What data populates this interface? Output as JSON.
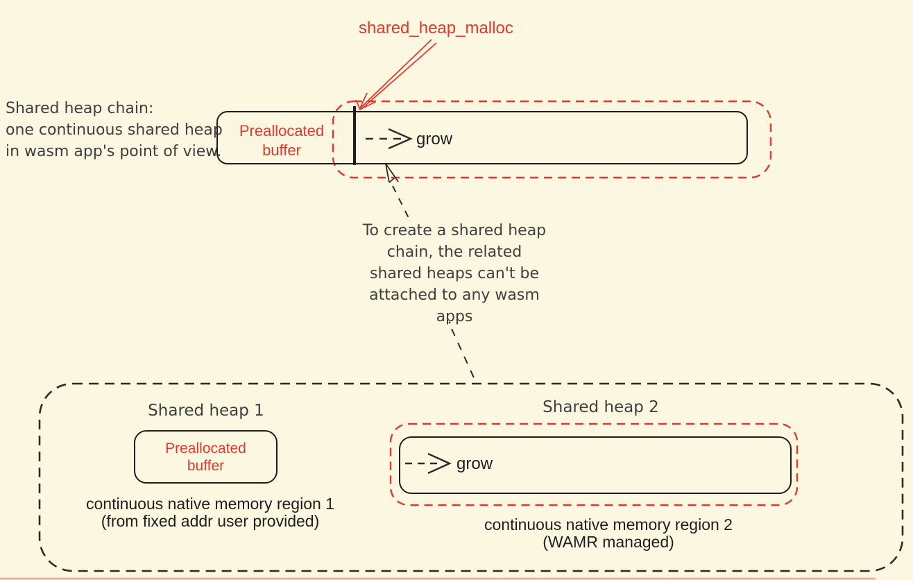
{
  "colors": {
    "background": "#fbf7e0",
    "accent_red": "#e5372d",
    "ink": "#1d1d1b",
    "label_ink": "#3f3f3f"
  },
  "chain_view": {
    "malloc_label": "shared_heap_malloc",
    "caption_lines": [
      "Shared heap chain:",
      "one continuous shared heap",
      "in wasm app's point of view."
    ],
    "buffer_lines": [
      "Preallocated",
      "buffer"
    ],
    "grow_label": "grow"
  },
  "note": {
    "lines": [
      "To create a shared heap",
      "chain, the related",
      "shared heaps can't be",
      "attached to any wasm",
      "apps"
    ]
  },
  "detail_view": {
    "heap1": {
      "title": "Shared heap 1",
      "buffer_lines": [
        "Preallocated",
        "buffer"
      ],
      "caption_lines": [
        "continuous native memory region 1",
        "(from fixed addr user provided)"
      ]
    },
    "heap2": {
      "title": "Shared heap 2",
      "grow_label": "grow",
      "caption_lines": [
        "continuous native memory region 2",
        "(WAMR managed)"
      ]
    }
  }
}
